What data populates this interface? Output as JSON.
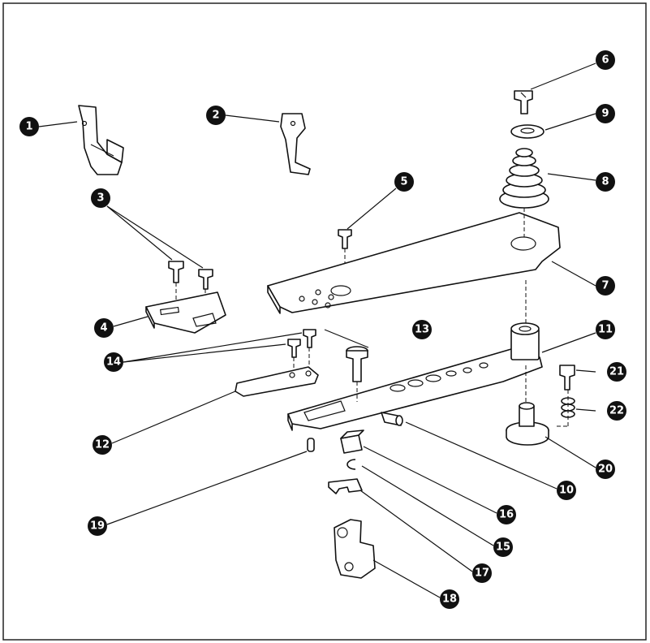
{
  "diagram": {
    "type": "exploded-parts-view",
    "callouts": [
      {
        "id": "c1",
        "label": "1"
      },
      {
        "id": "c2",
        "label": "2"
      },
      {
        "id": "c3",
        "label": "3"
      },
      {
        "id": "c4",
        "label": "4"
      },
      {
        "id": "c5",
        "label": "5"
      },
      {
        "id": "c6",
        "label": "6"
      },
      {
        "id": "c7",
        "label": "7"
      },
      {
        "id": "c8",
        "label": "8"
      },
      {
        "id": "c9",
        "label": "9"
      },
      {
        "id": "c10",
        "label": "10"
      },
      {
        "id": "c11",
        "label": "11"
      },
      {
        "id": "c12",
        "label": "12"
      },
      {
        "id": "c13",
        "label": "13"
      },
      {
        "id": "c14",
        "label": "14"
      },
      {
        "id": "c15",
        "label": "15"
      },
      {
        "id": "c16",
        "label": "16"
      },
      {
        "id": "c17",
        "label": "17"
      },
      {
        "id": "c18",
        "label": "18"
      },
      {
        "id": "c19",
        "label": "19"
      },
      {
        "id": "c20",
        "label": "20"
      },
      {
        "id": "c21",
        "label": "21"
      },
      {
        "id": "c22",
        "label": "22"
      }
    ]
  }
}
